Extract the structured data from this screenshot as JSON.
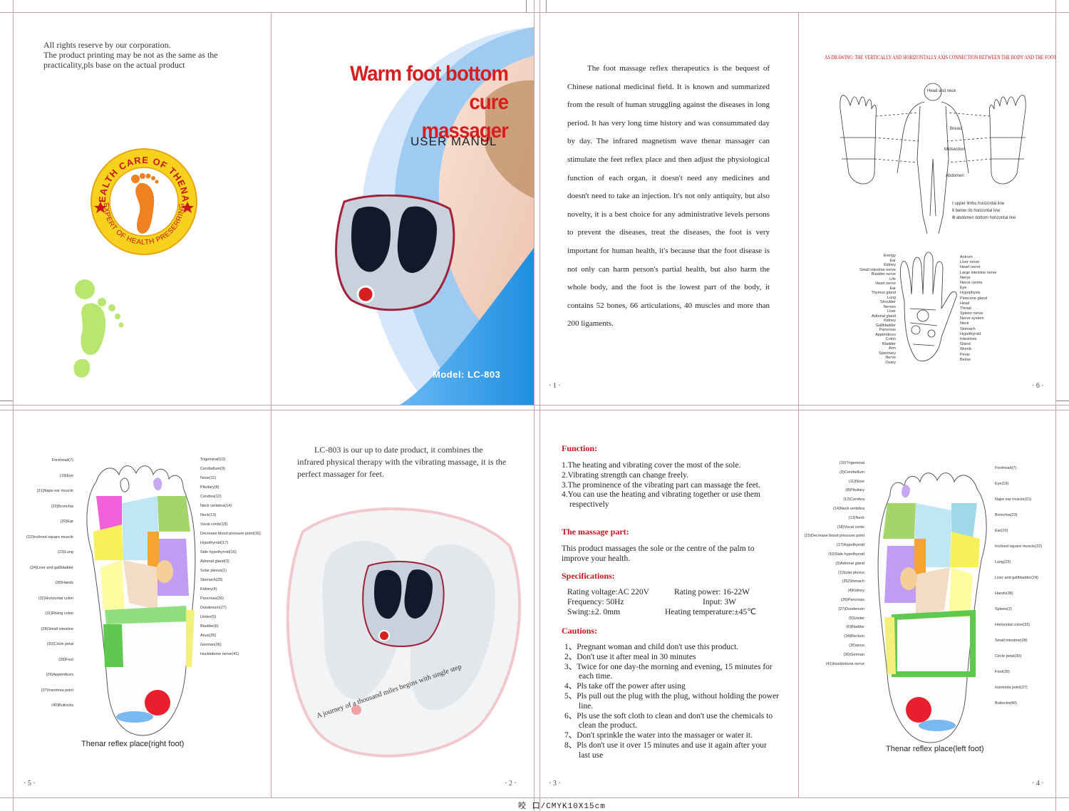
{
  "copyright": {
    "line1": "All rights reserve by our corporation.",
    "line2": "The product printing may be not as the same as the",
    "line3": "practicality,pls base on the actual product"
  },
  "seal": {
    "top": "HEALTH CARE OF THENAR",
    "bottom": "EXPERT OF HEALTH PRESERRING"
  },
  "cover": {
    "title1": "Warm foot bottom cure",
    "title2": "massager",
    "subtitle": "USER MANUL",
    "model": "Model: LC-803"
  },
  "intro": {
    "text": "The foot massage reflex therapeutics is the bequest of Chinese national medicinal field. It is known and summarized from the result of human struggling against the diseases in long period. It has very long time history and was consummated day by day. The infrared magnetism wave thenar massager can stimulate the feet reflex place and then adjust the physiological function of each organ, it doesn't need any medicines and doesn't need to take an injection. It's not only antiquity, but also novelty, it is a best choice for any administrative levels persons to prevent the diseases, treat the diseases, the foot is very important for human health, it's because that the foot disease is not only can harm person's partial health, but also harm the whole body, and the foot is the lowest part of the body, it contains 52 bones, 66 articulations, 40 muscles and more than 200 ligaments.",
    "page": "· 1 ·"
  },
  "body_map": {
    "heading": "AS DRAWING: THE VERTICALLY AND HORIZONTALLY AXIS CONNECTION BETWEEN THE BODY AND THE FOOT.",
    "head_label": "Head and neck",
    "breast": "Breast",
    "midsection": "Midsection",
    "abdomen": "Abdomen",
    "legend1": "Ⅰ  upper limbs horizontal line",
    "legend2": "Ⅱ  below rib horizontal line",
    "legend3": "Ⅲ  abdomen bottom horizontal line",
    "page": "· 6 ·",
    "hand_left": [
      "Energy",
      "Ear",
      "Kidney",
      "Small intestine nerve",
      "Bladder nerve",
      "Life",
      "Heart nerve",
      "Ear",
      "Thymus gland",
      "Lung",
      "Shoulder",
      "Nerves",
      "Liver",
      "Adrenal gland",
      "Kidney",
      "Gallbladder",
      "Pancreas",
      "Appendices",
      "Colon",
      "Bladder",
      "Arm",
      "Spermary",
      "Nerve",
      "Ovary"
    ],
    "hand_right": [
      "Antrum",
      "Liver nerve",
      "Heart nerve",
      "Large intestine nerve",
      "Nerve",
      "Nerve centre",
      "Eye",
      "Hypophysis",
      "Pinecone gland",
      "Head",
      "Throat",
      "Spleen nerve",
      "Nerve system",
      "Neck",
      "Stomach",
      "Hypothyroid",
      "Intestines",
      "Gland",
      "Womb",
      "Penis",
      "Below"
    ]
  },
  "right_foot": {
    "caption": "Thenar reflex place(right foot)",
    "page": "· 5 ·",
    "left_labels": [
      "Forehead(7)",
      "(19)Eye",
      "(21)Nape ear muscle",
      "(23)Bronchia",
      "(20)Ear",
      "(22)Inclined square muscle",
      "(23)Lung",
      "(24)Liver and gallbladder",
      "(38)Hands",
      "(32)Horizontal colon",
      "(31)Rising colon",
      "(28)Small intestine",
      "(30)Circle petal",
      "(39)Foot",
      "(29)Appendices",
      "(37)Insomnia point",
      "(40)Buttocks"
    ],
    "right_labels": [
      "Trigeminal(10)",
      "Cerebellum(9)",
      "Nose(11)",
      "Pituitary(8)",
      "Cerebra(12)",
      "Neck vertebra(14)",
      "Neck(13)",
      "Vocal cords(18)",
      "Decrease blood pressure point(16)",
      "Hypothyroid(17)",
      "Side hypothyroid(16)",
      "Adrenal gland(3)",
      "Solar plexus(1)",
      "Stomach(25)",
      "Kidney(4)",
      "Pancreas(26)",
      "Duodenum(27)",
      "Ureter(5)",
      "Bladder(6)",
      "Anus(35)",
      "German(36)",
      "Hucklebone nerve(41)"
    ]
  },
  "product_page": {
    "text": "LC-803 is our up to date product, it combines the infrared physical therapy with the vibrating massage, it is the perfect massager for feet.",
    "slogan": "A journey of a thousand miles begins with single step",
    "page": "· 2 ·"
  },
  "function_page": {
    "function_title": "Function:",
    "functions": [
      "1.The heating and vibrating cover the most of the sole.",
      "2.Vibrating strength can change freely.",
      "3.The prominence of the vibrating part can massage the feet.",
      "4.You can use the heating and vibrating together or use them respectively"
    ],
    "massage_title": "The massage part:",
    "massage_text": "This product massages the sole or the centre of the palm to improve your health.",
    "spec_title": "Specifications:",
    "specs": [
      [
        "Rating voltage:AC 220V",
        "Rating power: 16-22W"
      ],
      [
        "Frequency: 50Hz",
        "Input: 3W"
      ],
      [
        "Swing:±2. 0mm",
        "Heating temperature:±45℃"
      ]
    ],
    "caution_title": "Cautions:",
    "cautions": [
      "1、Pregnant woman and child don't use this product.",
      "2、Don't use it after meal in 30 minutes",
      "3、Twice for one day-the morning and evening, 15 minutes for each time.",
      "4、Pls take off the power after using",
      "5、Pls pull out the plug with the plug, without holding the power line.",
      "6、Pls use the soft cloth to clean and don't use the chemicals to clean the product.",
      "7、Don't sprinkle the water into the massager or water it.",
      "8、Pls don't use it over 15 minutes and use it again after your last use"
    ],
    "page": "· 3 ·"
  },
  "left_foot": {
    "caption": "Thenar reflex place(left foot)",
    "page": "· 4 ·",
    "left_labels": [
      "(10)Trigeminal",
      "(9)Cerebellum",
      "(11)Nose",
      "(8)Pituitary",
      "(12)Cerebra",
      "(14)Neck vertebra",
      "(13)Neck",
      "(18)Vocal cords",
      "(15)Decrease blood pressure point",
      "(17)Hypothyroid",
      "(16)Side hypothyroid",
      "(3)Adrenal gland",
      "(1)Solar plexus",
      "(25)Stomach",
      "(4)Kidney",
      "(26)Pancreas",
      "(27)Duodenum",
      "(5)Ureter",
      "(6)Bladder",
      "(34)Rectum",
      "(35)anus",
      "(36)German",
      "(41)Hucklebone nerve"
    ],
    "right_labels": [
      "Forehead(7)",
      "Eye(19)",
      "Nape ear muscle(21)",
      "Bronchia(23)",
      "Ear(20)",
      "Inclined square muscle(22)",
      "Lung(23)",
      "Liver and gallbladder(24)",
      "Hands(38)",
      "Spleen(2)",
      "Horizontal colon(32)",
      "Small intestine(28)",
      "Circle petal(30)",
      "Foot(39)",
      "Insomnia point(37)",
      "Buttocks(40)"
    ]
  },
  "print_mark": "咬  口/CMYK10X15cm",
  "colors": {
    "cover_red": "#d81e1e",
    "cover_blue": "#1e8fe0",
    "heading_red": "#c8141e",
    "seal_yellow": "#f6d21e"
  }
}
